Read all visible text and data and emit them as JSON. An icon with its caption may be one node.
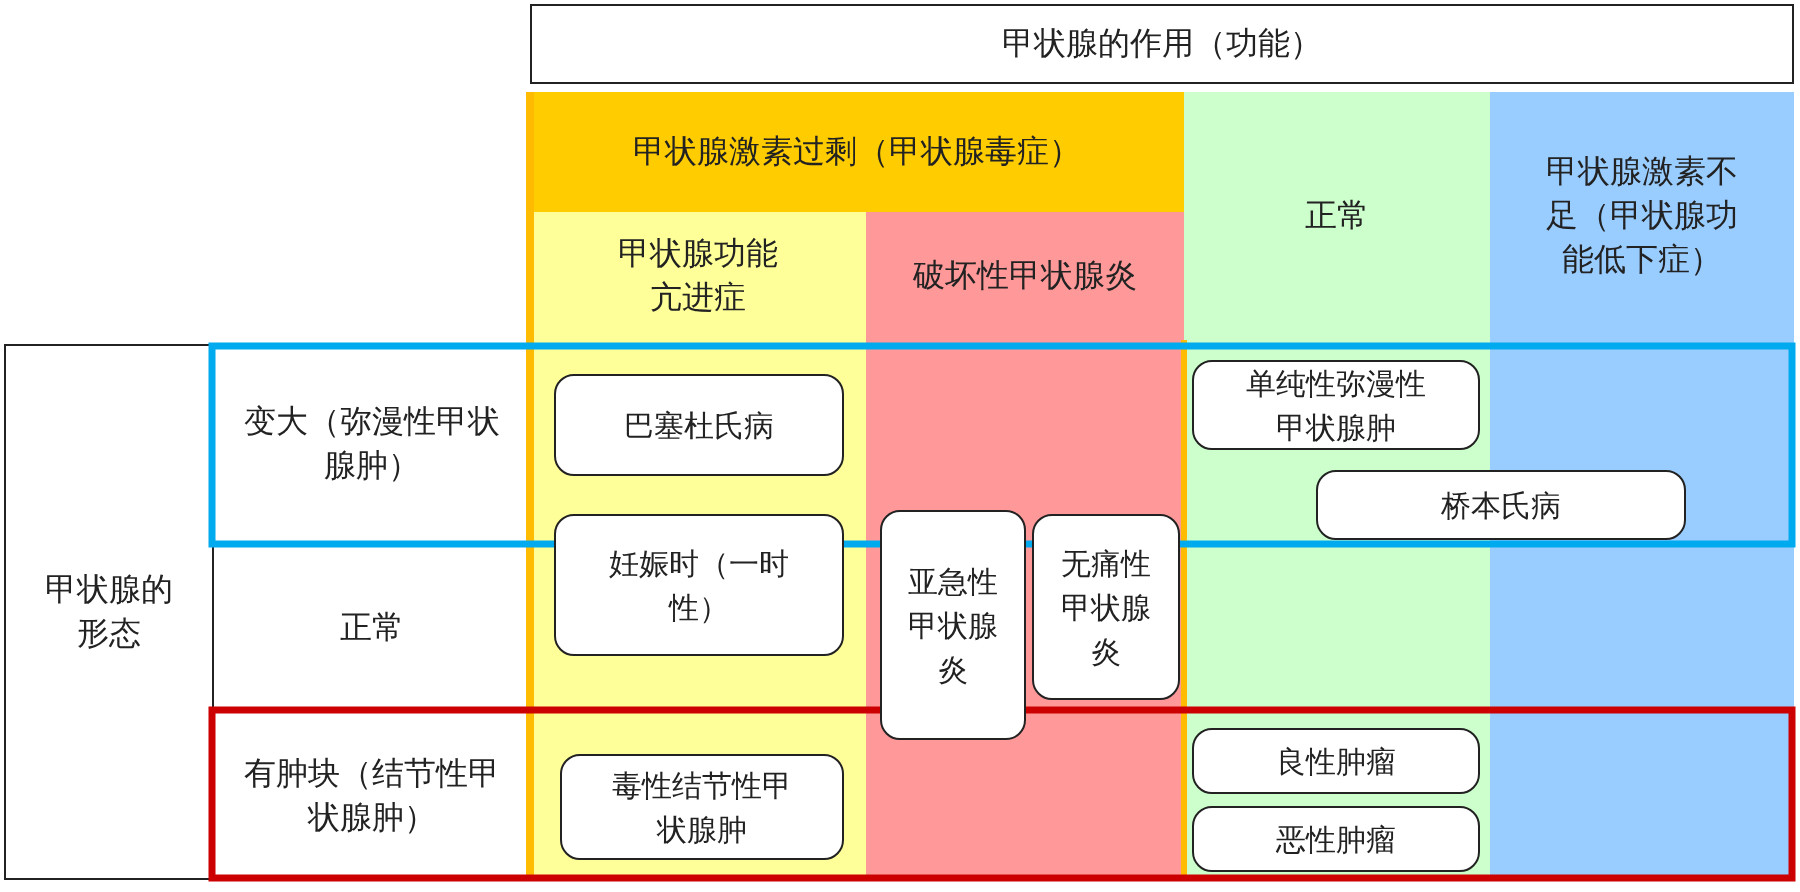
{
  "diagram": {
    "nodes": [
      {
        "text": [
          "甲状腺的作用（功能）"
        ]
      },
      {
        "text": [
          "甲状腺激素过剩（甲状腺毒症）"
        ]
      },
      {
        "text": [
          "甲状腺功能亢进症"
        ]
      },
      {
        "text": [
          "破坏性甲状腺炎"
        ]
      },
      {
        "text": [
          "正常"
        ]
      },
      {
        "text": [
          "甲状腺激素不足（甲状腺功能低下症）"
        ]
      },
      {
        "text": [
          "甲状腺的形态"
        ]
      },
      {
        "text": [
          "变大（弥漫性甲状腺肿）"
        ]
      },
      {
        "text": [
          "正常"
        ]
      },
      {
        "text": [
          "有肿块（结节性甲状腺肿）"
        ]
      },
      {
        "text": [
          "巴塞杜氏病"
        ]
      },
      {
        "text": [
          "单纯性弥漫性甲状腺肿"
        ]
      },
      {
        "text": [
          "桥本氏病"
        ]
      },
      {
        "text": [
          "妊娠时（一时性）"
        ]
      },
      {
        "text": [
          "亚急性甲状腺炎"
        ]
      },
      {
        "text": [
          "无痛性甲状腺炎"
        ]
      },
      {
        "text": [
          "良性肿瘤"
        ]
      },
      {
        "text": [
          "毒性结节性甲状腺肿"
        ]
      },
      {
        "text": [
          "恶性肿瘤"
        ]
      }
    ]
  }
}
